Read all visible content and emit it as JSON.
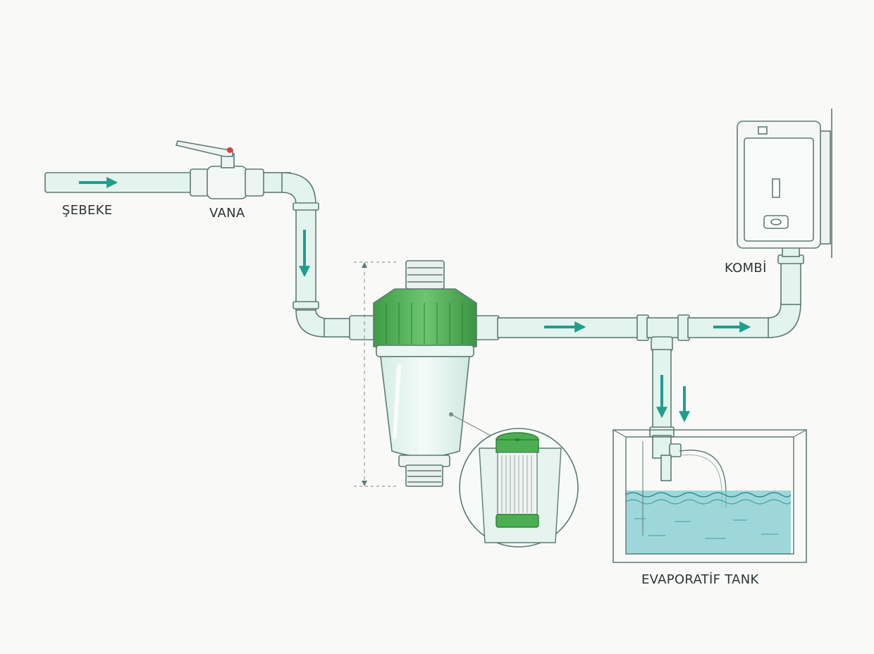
{
  "labels": {
    "network": "ŞEBEKE",
    "valve": "VANA",
    "boiler": "KOMBİ",
    "tank": "EVAPORATİF TANK"
  },
  "colors": {
    "background": "#f9faf8",
    "pipe_fill": "#e3f3ee",
    "outline": "#5e7a74",
    "flow_arrow": "#1f9e8c",
    "filter_cap": "#4cae52",
    "water": "#7fcbd0",
    "valve_knob": "#e03a3a"
  },
  "icons": [
    "flow-arrow-icon",
    "ball-valve-icon",
    "water-filter-icon",
    "filter-cartridge-icon",
    "boiler-icon",
    "tank-icon"
  ]
}
